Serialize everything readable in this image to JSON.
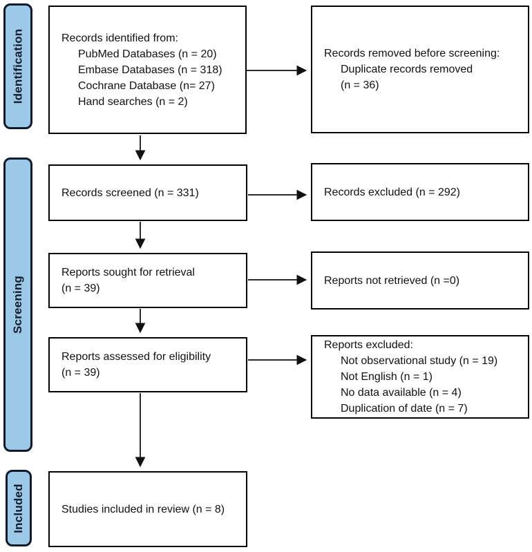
{
  "sidebar": {
    "identification_label": "Identification",
    "screening_label": "Screening",
    "included_label": "Included"
  },
  "boxes": {
    "identified": {
      "heading": "Records identified from:",
      "items": [
        "PubMed Databases (n = 20)",
        "Embase Databases (n = 318)",
        "Cochrane Database (n= 27)",
        "Hand searches (n = 2)"
      ]
    },
    "removed": {
      "heading": "Records removed before screening:",
      "items": [
        "Duplicate records removed",
        "(n = 36)"
      ]
    },
    "screened": {
      "text": "Records screened (n = 331)"
    },
    "excluded": {
      "text": "Records excluded (n = 292)"
    },
    "sought": {
      "line1": "Reports sought for retrieval",
      "line2": "(n = 39)"
    },
    "not_retrieved": {
      "text": "Reports not retrieved (n =0)"
    },
    "assessed": {
      "line1": "Reports assessed for eligibility",
      "line2": "(n = 39)"
    },
    "reports_excluded": {
      "heading": "Reports excluded:",
      "items": [
        "Not observational study (n = 19)",
        "Not English (n = 1)",
        "No data available (n = 4)",
        "Duplication of date (n = 7)"
      ]
    },
    "included_studies": {
      "text": "Studies included in review (n = 8)"
    }
  },
  "colors": {
    "sidebar_fill": "#9dc9e8",
    "sidebar_border": "#0d1a2b",
    "sidebar_text": "#131c2e",
    "box_border": "#000000",
    "box_text": "#111111",
    "arrow": "#2a2a2a",
    "background": "#ffffff"
  }
}
